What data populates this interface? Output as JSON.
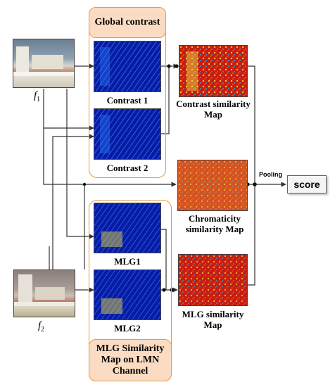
{
  "inputs": {
    "f1": {
      "symbol": "f",
      "subscript": "1"
    },
    "f2": {
      "symbol": "f",
      "subscript": "2"
    }
  },
  "global_panel": {
    "title": "Global contrast"
  },
  "mlg_panel": {
    "title": "MLG Similarity Map on LMN Channel"
  },
  "maps": {
    "contrast1": "Contrast 1",
    "contrast2": "Contrast 2",
    "mlg1": "MLG1",
    "mlg2": "MLG2"
  },
  "similarity": {
    "contrast": "Contrast similarity Map",
    "chromaticity": "Chromaticity similarity Map",
    "mlg": "MLG similarity Map"
  },
  "pooling_label": "Pooling",
  "output_label": "score",
  "colors": {
    "panel_border": "#e39a4a",
    "panel_fill": "#fbdcc2",
    "arrow": "#333333"
  }
}
